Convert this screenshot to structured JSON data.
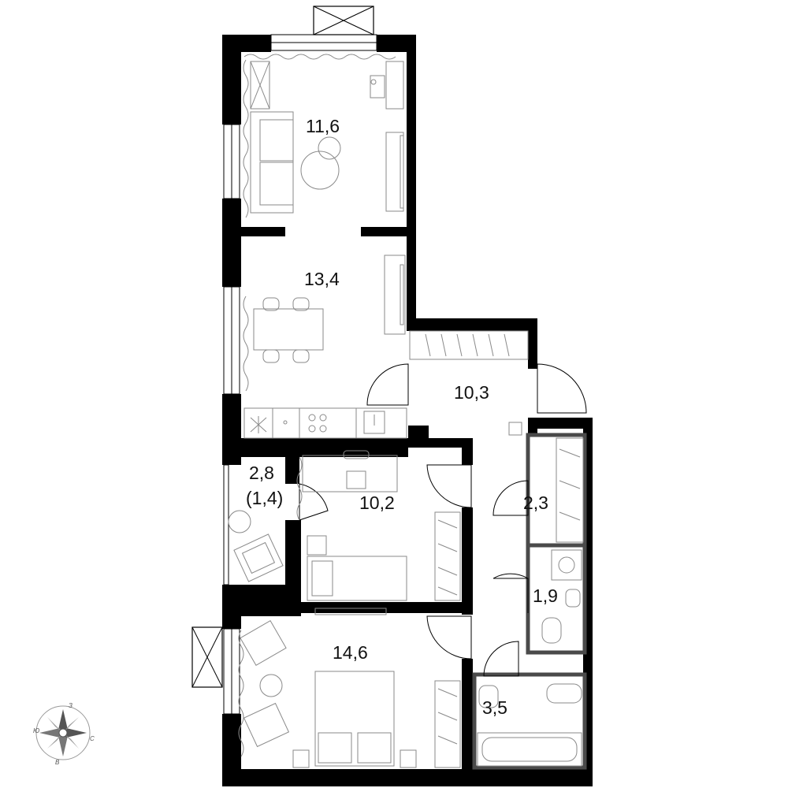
{
  "rooms": [
    {
      "id": "living",
      "area": "11,6"
    },
    {
      "id": "kitchen",
      "area": "13,4"
    },
    {
      "id": "hall",
      "area": "10,3"
    },
    {
      "id": "balcony",
      "area": "2,8",
      "reduced_area": "(1,4)"
    },
    {
      "id": "bedroom-1",
      "area": "10,2"
    },
    {
      "id": "bedroom-2",
      "area": "14,6"
    },
    {
      "id": "wardrobe",
      "area": "2,3"
    },
    {
      "id": "toilet",
      "area": "1,9"
    },
    {
      "id": "bathroom",
      "area": "3,5"
    }
  ],
  "compass": {
    "north": "З",
    "west": "Ю",
    "east": "С",
    "south": "В"
  },
  "colors": {
    "walls": "#000000",
    "furniture": "#8a8a8a",
    "background": "#ffffff"
  }
}
